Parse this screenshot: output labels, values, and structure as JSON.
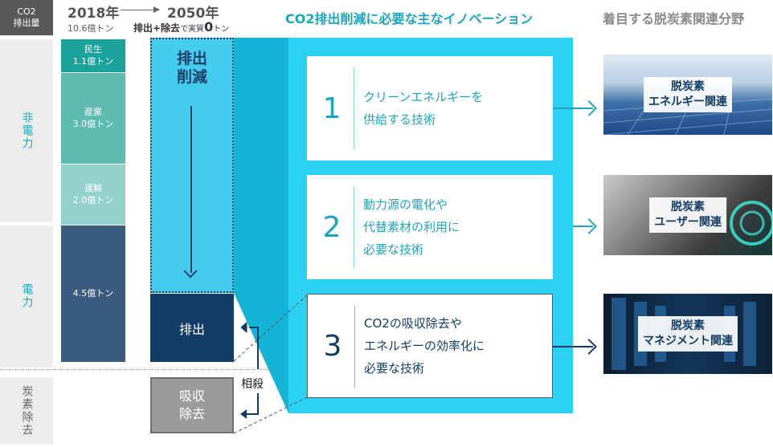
{
  "left_labels": {
    "header": "CO2\n排出量",
    "non_power": "非電力",
    "power": "電力",
    "carbon_removal": "炭素除去"
  },
  "year_2018": {
    "year": "2018年",
    "total": "10.6億トン"
  },
  "year_2050": {
    "year": "2050年",
    "caption_bold": "排出+除去",
    "caption_mid": "で実質",
    "caption_zero": "0",
    "caption_tail": "トン"
  },
  "chart_data": {
    "type": "bar",
    "categories": [
      "民生",
      "産業",
      "運輸",
      "電力"
    ],
    "values": [
      1.1,
      3.0,
      2.0,
      4.5
    ],
    "labels": [
      "1.1億トン",
      "3.0億トン",
      "2.0億トン",
      "4.5億トン"
    ],
    "colors": [
      "#1aa39a",
      "#5cbab0",
      "#93d1ca",
      "#3c5b80"
    ]
  },
  "diagram": {
    "cut_label": "排出\n削減",
    "emit_label": "排出",
    "absorb_label": "吸収\n除去",
    "offset_label": "相殺"
  },
  "innovation": {
    "title": "CO2排出削減に必要な主なイノベーション",
    "cards": [
      {
        "num": "1",
        "lines": [
          "クリーンエネルギーを",
          "供給する技術"
        ]
      },
      {
        "num": "2",
        "lines": [
          "動力源の電化や",
          "代替素材の利用に",
          "必要な技術"
        ]
      },
      {
        "num": "3",
        "lines": [
          "CO2の吸収除去や",
          "エネルギーの効率化に",
          "必要な技術"
        ]
      }
    ]
  },
  "focus": {
    "title": "着目する脱炭素関連分野",
    "items": [
      {
        "line1": "脱炭素",
        "line2": "エネルギー関連",
        "image": "solar-panels"
      },
      {
        "line1": "脱炭素",
        "line2": "ユーザー関連",
        "image": "ev-charging"
      },
      {
        "line1": "脱炭素",
        "line2": "マネジメント関連",
        "image": "server-room"
      }
    ]
  },
  "colors": {
    "cyan": "#2ad1f1",
    "navy": "#123d67",
    "teal_text": "#1aa6c1"
  }
}
